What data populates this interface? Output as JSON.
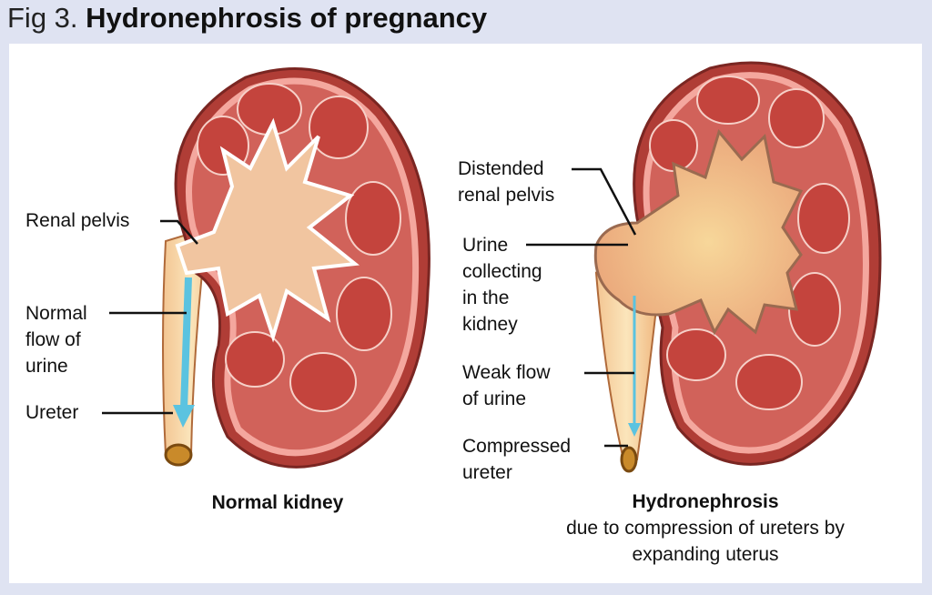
{
  "title": {
    "prefix": "Fig 3.",
    "main": "Hydronephrosis of pregnancy"
  },
  "normal": {
    "labels": {
      "renal_pelvis": "Renal pelvis",
      "normal_flow": [
        "Normal",
        "flow of",
        "urine"
      ],
      "ureter": "Ureter"
    },
    "caption": "Normal kidney"
  },
  "hydro": {
    "labels": {
      "distended": [
        "Distended",
        "renal pelvis"
      ],
      "urine_collecting": [
        "Urine",
        "collecting",
        "in the",
        "kidney"
      ],
      "weak_flow": [
        "Weak flow",
        "of urine"
      ],
      "compressed": [
        "Compressed",
        "ureter"
      ]
    },
    "caption_title": "Hydronephrosis",
    "caption_sub": [
      "due to compression of ureters by",
      "expanding uterus"
    ]
  },
  "colors": {
    "background": "#dfe3f2",
    "cortex": "#b8413a",
    "medulla": "#c9544c",
    "capsule": "#f2a39a",
    "pelvis": "#f0c89a",
    "ureter": "#f7d9a6",
    "flow": "#5bc3e0"
  }
}
